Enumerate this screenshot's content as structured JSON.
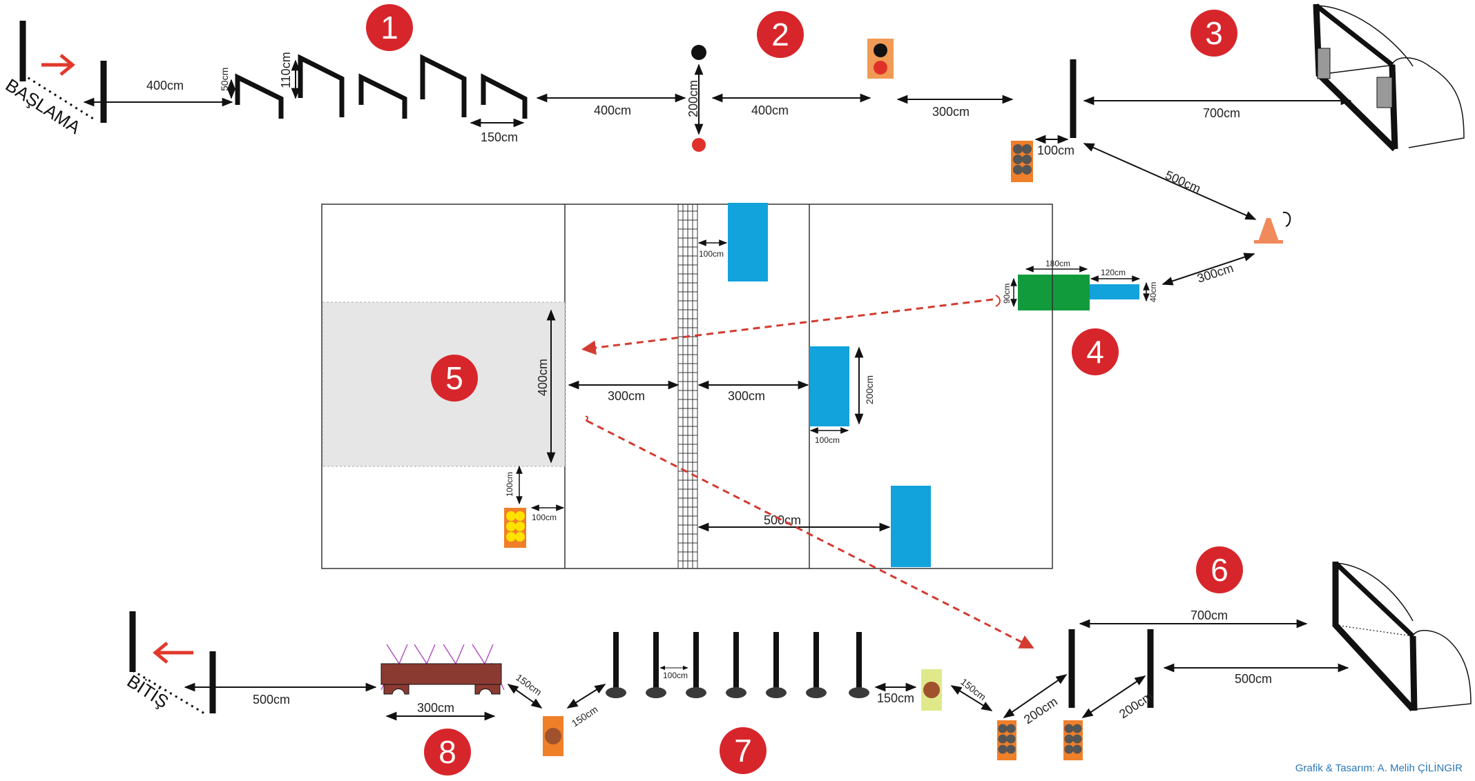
{
  "station_numbers": [
    "1",
    "2",
    "3",
    "4",
    "5",
    "6",
    "7",
    "8"
  ],
  "labels": {
    "start": "BAŞLAMA",
    "finish": "BİTİŞ"
  },
  "measurements": {
    "s1_start_gap": "400cm",
    "s1_small_height": "50cm",
    "s1_tall_height": "110cm",
    "s1_hurdle_gap": "150cm",
    "s1_to_s2": "400cm",
    "s2_pole_span": "200cm",
    "s2_to_light": "400cm",
    "light_to_s3": "300cm",
    "s3_goal_distance": "700cm",
    "s3_ball_offset": "100cm",
    "s3_to_cone": "500cm",
    "cone_to_s4": "300cm",
    "s4_box_length": "180cm",
    "s4_bar_length": "120cm",
    "s4_box_height": "90cm",
    "s4_bar_height": "40cm",
    "court_top_offset": "100cm",
    "court_zone_height": "400cm",
    "court_left_gap": "300cm",
    "court_right_gap": "300cm",
    "court_mid_height": "200cm",
    "court_mid_width": "100cm",
    "court_ball_vertical": "100cm",
    "court_ball_horizontal": "100cm",
    "court_bottom_gap": "500cm",
    "s6_goal_distance": "700cm",
    "s6_pole_to_goal": "500cm",
    "s6_pole_a": "200cm",
    "s6_pole_b": "200cm",
    "s6_to_s7": "150cm",
    "s7_light_gap": "150cm",
    "s7_slalom_gap": "100cm",
    "s7_to_s8": "150cm",
    "s8_bench_to_cone": "150cm",
    "s8_bench_length": "300cm",
    "finish_gap": "500cm"
  },
  "credit": "Grafik & Tasarım: A. Melih ÇİLİNGİR",
  "colors": {
    "badge": "#d7262b",
    "arrow_red": "#e0392b",
    "dashed_arrow": "#d33a30",
    "target_blue": "#12a2dc",
    "box_green": "#129b3c",
    "bench_brown": "#8b3a32",
    "cone_orange": "#f08a5a",
    "ball_crate_orange": "#f07f2a",
    "zone_gray": "#e6e6e6",
    "light_yellow": "#dfe98a"
  }
}
